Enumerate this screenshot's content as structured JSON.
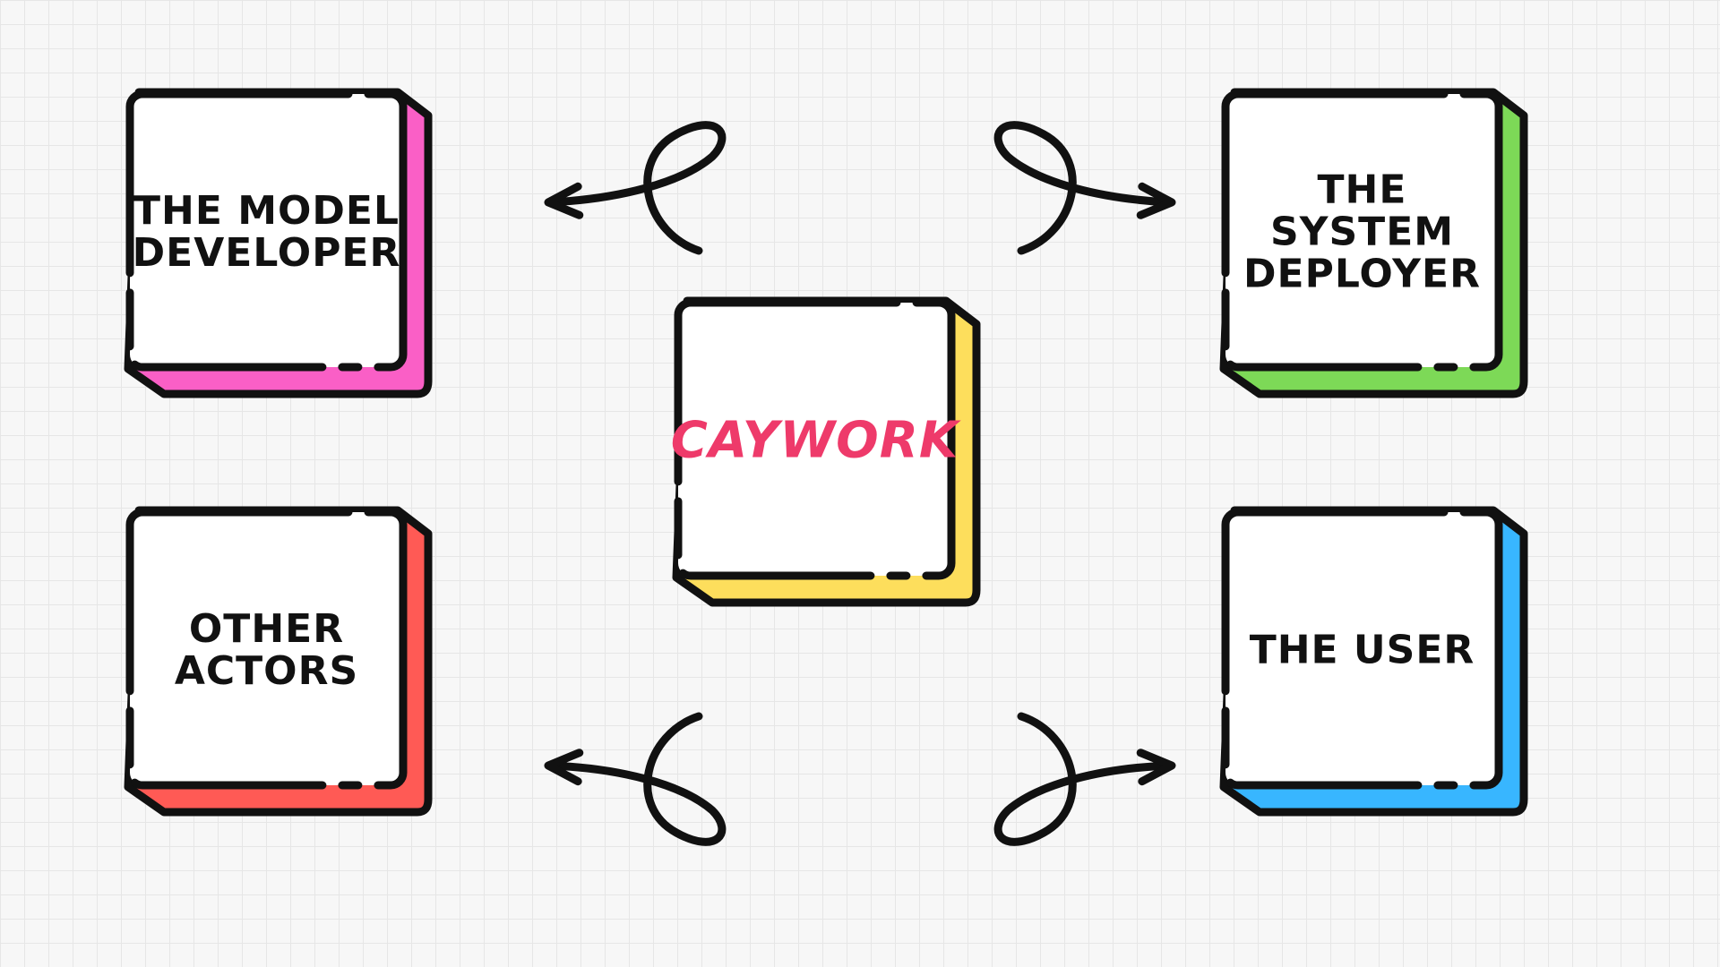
{
  "diagram": {
    "center": {
      "label": "CAYWORK",
      "text_color": "#ee3a6a",
      "accent_color": "#fdde5c"
    },
    "actors": [
      {
        "id": "model-developer",
        "lines": [
          "THE MODEL",
          "DEVELOPER"
        ],
        "accent_color": "#fa5fc6"
      },
      {
        "id": "system-deployer",
        "lines": [
          "THE",
          "SYSTEM",
          "DEPLOYER"
        ],
        "accent_color": "#7dd957"
      },
      {
        "id": "other-actors",
        "lines": [
          "OTHER",
          "ACTORS"
        ],
        "accent_color": "#ff5a55"
      },
      {
        "id": "user",
        "lines": [
          "THE USER"
        ],
        "accent_color": "#38b6ff"
      }
    ],
    "connections": [
      {
        "from": "center",
        "to": "model-developer"
      },
      {
        "from": "center",
        "to": "system-deployer"
      },
      {
        "from": "center",
        "to": "other-actors"
      },
      {
        "from": "center",
        "to": "user"
      }
    ]
  }
}
